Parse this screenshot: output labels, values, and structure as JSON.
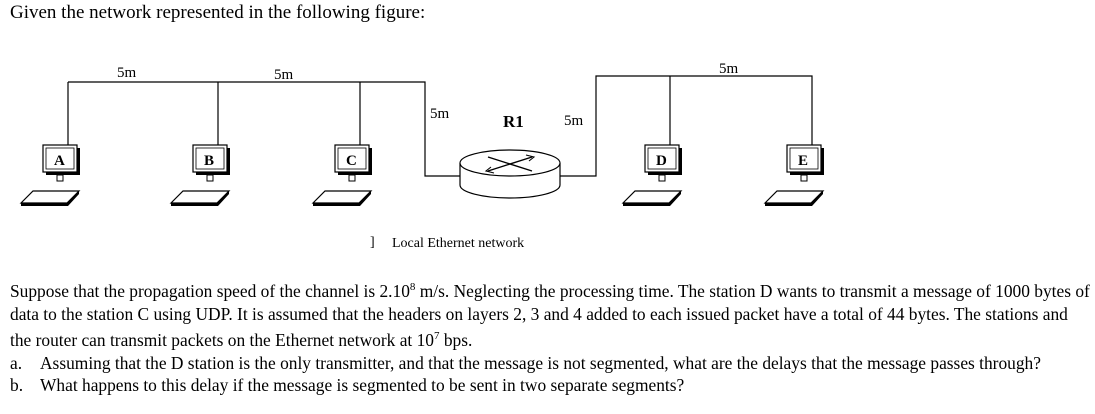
{
  "heading": "Given the network represented in the following figure:",
  "figure": {
    "segment_labels": [
      "5m",
      "5m",
      "5m",
      "5m",
      "5m"
    ],
    "router_label": "R1",
    "stations": [
      "A",
      "B",
      "C",
      "D",
      "E"
    ],
    "legend_mark": "]",
    "legend_text": "Local Ethernet network"
  },
  "problem": {
    "intro_pre": "Suppose that the propagation speed of the channel is 2.10",
    "intro_exp": "8",
    "intro_mid": " m/s. Neglecting the processing time. The station D wants to transmit a message of 1000 bytes of data to the station C using UDP. It is assumed that the headers on layers 2, 3 and 4 added to each issued packet have a total of 44 bytes. The stations and the router can transmit packets on the Ethernet network at 10",
    "intro_exp2": "7",
    "intro_post": " bps.",
    "questions": [
      {
        "label": "a.",
        "text": "Assuming that the D station is the only transmitter, and that the message is not segmented, what are the delays that the message passes through?"
      },
      {
        "label": "b.",
        "text": "What happens to this delay if the message is segmented to be sent in two separate segments?"
      }
    ]
  }
}
